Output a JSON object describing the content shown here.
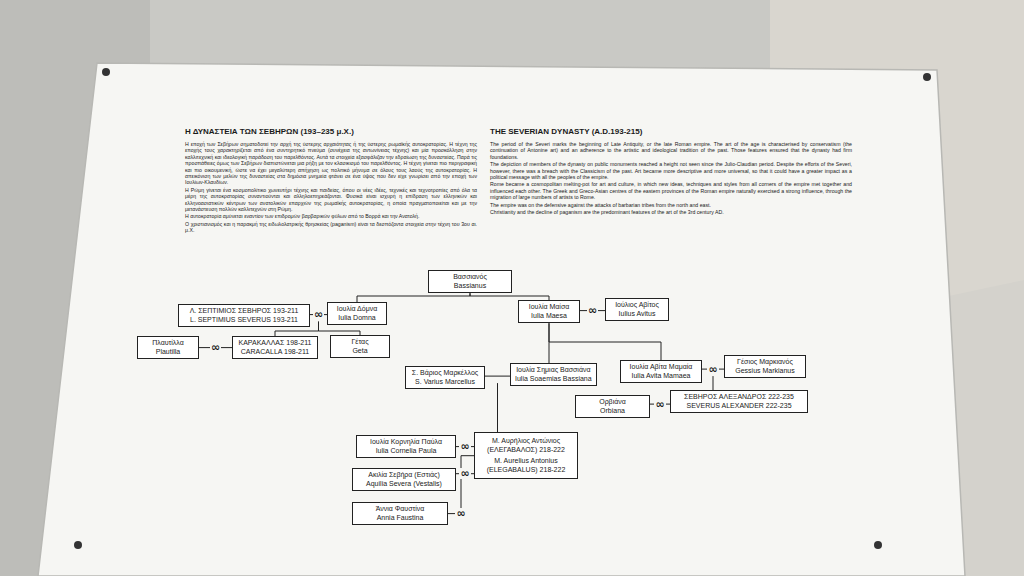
{
  "diagram": {
    "nodes": [
      {
        "text": [
          "Βασσιανός",
          "Bassianus"
        ]
      },
      {
        "text": [
          "Λ. ΣΕΠΤΙΜΙΟΣ ΣΕΒΗΡΟΣ 193-211",
          "L. SEPTIMIUS SEVERUS 193-211"
        ]
      },
      {
        "text": [
          "Ιουλία Δόμνα",
          "Iulia Domna"
        ]
      },
      {
        "text": [
          "Ιουλία Μαίσα",
          "Iulia Maesa"
        ]
      },
      {
        "text": [
          "Ιούλιος Αβίτος",
          "Iulius Avitus"
        ]
      },
      {
        "text": [
          "Πλαυτίλλα",
          "Plautilla"
        ]
      },
      {
        "text": [
          "ΚΑΡΑΚΑΛΛΑΣ 198-211",
          "CARACALLA 198-211"
        ]
      },
      {
        "text": [
          "Γέτας",
          "Geta"
        ]
      },
      {
        "text": [
          "Σ. Βάριος Μαρκέλλος",
          "S. Varius Marcellus"
        ]
      },
      {
        "text": [
          "Ιουλία Σημιας Βασσιάνα",
          "Iulia Soaemias Bassiana"
        ]
      },
      {
        "text": [
          "Ιουλία Αβίτα Μαμαία",
          "Iulia Avita Mamaea"
        ]
      },
      {
        "text": [
          "Γέσιος Μαρκιανός",
          "Gessius Markianus"
        ]
      },
      {
        "text": [
          "Ορβιάνα",
          "Orbiana"
        ]
      },
      {
        "text": [
          "ΣΕΒΗΡΟΣ ΑΛΕΞΑΝΔΡΟΣ 222-235",
          "SEVERUS ALEXANDER 222-235"
        ]
      },
      {
        "text": [
          "Ιουλία Κορνηλία Παύλα",
          "Iulia Cornelia Paula"
        ]
      },
      {
        "text": [
          "Ακιλία Σεβήρα (Εστιάς)",
          "Aquilia Severa (Vestalis)"
        ]
      },
      {
        "text": [
          "Άννια Φαυστίνα",
          "Annia Faustina"
        ]
      },
      {
        "text": [
          "Μ. Αυρήλιος Αντώνιος (ΕΛΕΓΑΒΑΛΟΣ) 218-222",
          "M. Aurelius Antonius (ELEGABALUS) 218-222"
        ]
      }
    ],
    "edges": [
      {
        "from": 1,
        "to": 2,
        "label": "∞",
        "arrow": "none"
      },
      {
        "from": 0,
        "to": 2,
        "arrow": "none"
      },
      {
        "from": 0,
        "to": 3,
        "arrow": "none"
      },
      {
        "from": 3,
        "to": 4,
        "label": "∞",
        "arrow": "none"
      },
      {
        "from": 5,
        "to": 6,
        "label": "∞",
        "arrow": "none"
      },
      {
        "from": 1,
        "to": 6,
        "arrow": "none"
      },
      {
        "from": 1,
        "to": 7,
        "arrow": "none"
      },
      {
        "from": 3,
        "to": 9,
        "arrow": "none"
      },
      {
        "from": 3,
        "to": 10,
        "arrow": "none"
      },
      {
        "from": 10,
        "to": 11,
        "label": "∞",
        "arrow": "none"
      },
      {
        "from": 8,
        "to": 9,
        "arrow": "none"
      },
      {
        "from": 12,
        "to": 13,
        "label": "∞",
        "arrow": "none"
      },
      {
        "from": 10,
        "to": 13,
        "arrow": "none"
      },
      {
        "from": 9,
        "to": 17,
        "arrow": "none"
      },
      {
        "from": 14,
        "to": 17,
        "label": "∞",
        "arrow": "none"
      },
      {
        "from": 15,
        "to": 17,
        "label": "∞",
        "arrow": "none"
      },
      {
        "from": 16,
        "to": 17,
        "label": "∞",
        "arrow": "none"
      }
    ],
    "labels": [
      "Η ΔΥΝΑΣΤΕΙΑ ΤΩΝ ΣΕΒΗΡΩΝ (193–235 μ.Χ.)",
      "Η εποχή των Σεβήρων σηματοδοτεί την αρχή της ύστερης αρχαιότητας ή της ύστερης ρωμαϊκής αυτοκρατορίας. Η τέχνη της εποχής τους χαρακτηρίζεται από ένα συντηρητικό πνεύμα (συνέχεια της αντωνίνειας τέχνης) και μία προσκόλληση στην καλλιτεχνική και ιδεολογική παράδοση του παρελθόντος. Αυτά τα στοιχεία εξασφάλιζαν την εδραίωση της δυναστείας. Παρά τις προσπάθειες όμως των Σεβήρων διαπιστώνεται μια ρήξη με τον κλασικισμό του παρελθόντος. Η τέχνη γίνεται πιο περιγραφική και πιο οικουμενική, ώστε να έχει μεγαλύτερη απήχηση ως πολιτικό μήνυμα σε όλους τους λαούς της αυτοκρατορίας. Η απεικόνιση των μελών της δυναστείας στα δημόσια μνημεία φτάνει σε ένα ύψος που δεν είχε γνωρίσει από την εποχή των Ιουλίων-Κλαυδίων.",
      "Η Ρώμη γίνεται ένα κοσμοπολίτικο χωνευτήρι τέχνης και παιδείας, όπου οι νέες ιδέες, τεχνικές και τεχνοτροπίες από όλα τα μέρη της αυτοκρατορίας συναντιούνται και αλληλοεπηρεάζονται. Φυσικά είναι ισχυρή η επίδραση των ελληνικών και ελληνοασιατικών κέντρων των ανατολικών επαρχιών της ρωμαϊκής αυτοκρατορίας, η οποία πραγματοποιείται και με την μετανάστευση πολλών καλλιτεχνών στη Ρώμη.",
      "Η αυτοκρατορία αμύνεται εναντίον των επιδρομών βαρβαρικών φύλων από το Βορρά και την Ανατολή.",
      "Ο χριστιανισμός και η παρακμή της ειδωλολατρικής θρησκείας (paganism) είναι τα δεσπόζοντα στοιχεία στην τέχνη του 3ου αι. μ.Χ.",
      "THE SEVERIAN DYNASTY (A.D.193-215)",
      "The period of the Severi marks the beginning of Late Antiquity, or the late Roman empire. The art of the age is characterised by conservatism (the continuation of Antonine art) and an adherence to the artistic and ideological tradition of the past. Those features ensured that the dynasty had firm foundations.",
      "The depiction of members of the dynasty on public monuments reached a height not seen since the Julio-Claudian period. Despite the efforts of the Severi, however, there was a breach with the Classicism of the past. Art became more descriptive and more universal, so that it could have a greater impact as a political message with all the peoples of the empire.",
      "Rome became a cosmopolitan melting-pot for art and culture, in which new ideas, techniques and styles from all corners of the empire met together and influenced each other. The Greek and Greco-Asian centres of the eastern provinces of the Roman empire naturally exercised a strong influence, through the migration of large numbers of artists to Rome.",
      "The empire was on the defensive against the attacks of barbarian tribes from the north and east.",
      "Christianity and the decline of paganism are the predominant features of the art of the 3rd century AD."
    ]
  }
}
